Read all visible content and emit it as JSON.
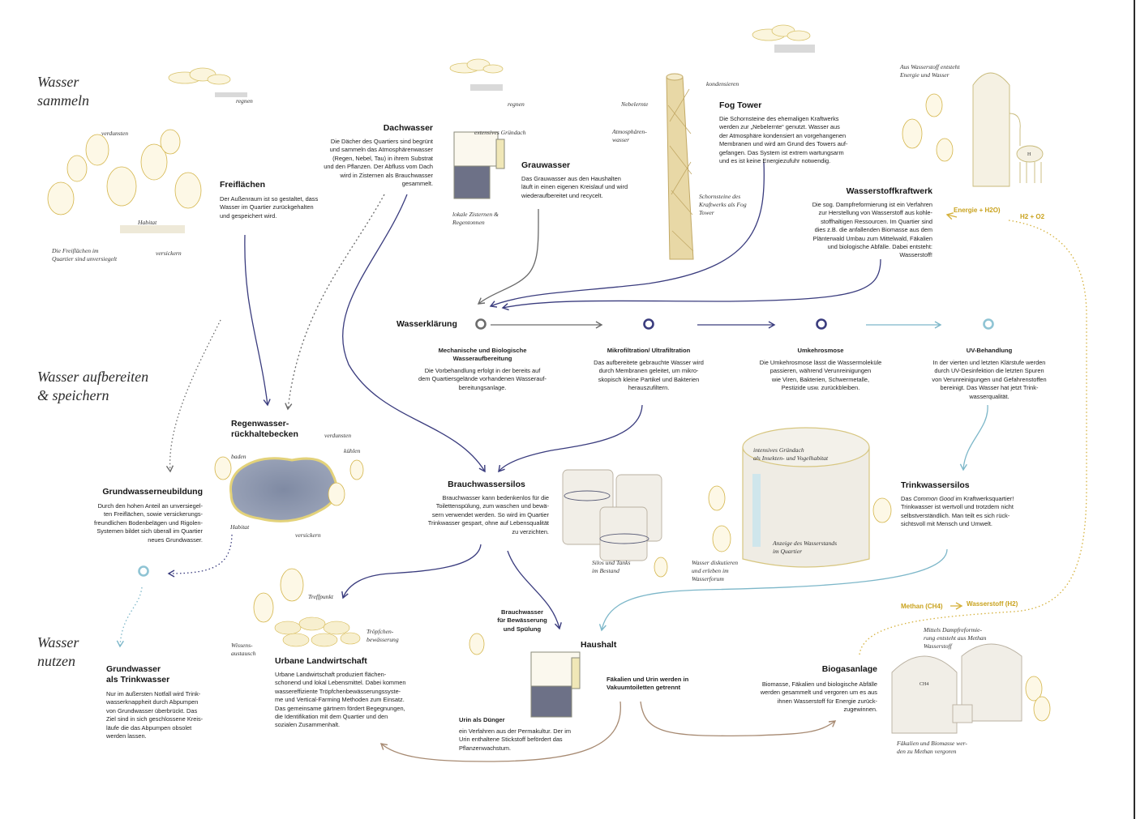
{
  "sections": {
    "collect": "Wasser\nsammeln",
    "treat": "Wasser aufbereiten\n& speichern",
    "use": "Wasser\nnutzen"
  },
  "nodes": {
    "freiflaechen": {
      "title": "Freiflächen",
      "text": "Der Außenraum ist so gestaltet, dass\nWasser im Quartier zurückgehalten\nund gespeichert wird."
    },
    "dachwasser": {
      "title": "Dachwasser",
      "text": "Die Dächer des Quartiers sind begrünt\nund sammeln das Atmosphärenwasser\n(Regen, Nebel, Tau) in ihrem Substrat\nund den Pflanzen. Der Abfluss vom Dach\nwird in Zisternen als Brauchwasser\ngesammelt."
    },
    "grauwasser": {
      "title": "Grauwasser",
      "text": "Das Grauwasser aus den Haushalten\nläuft in einen eigenen Kreislauf und wird\nwiederaufbereitet und recycelt."
    },
    "fogtower": {
      "title": "Fog Tower",
      "text": "Die Schornsteine des ehemaligen Kraftwerks\nwerden zur „Nebelernte“ genutzt. Wasser aus\nder Atmosphäre kondensiert an vorgehangenen\nMembranen und wird am Grund des Towers auf-\ngefangen. Das System ist extrem wartungsarm\nund es ist keine Energiezufuhr notwendig."
    },
    "wasserstoff": {
      "title": "Wasserstoffkraftwerk",
      "text": "Die sog. Dampfreformierung ist ein Verfahren\nzur Herstellung von Wasserstoff aus kohle-\nstoffhaltigen Ressourcen. Im Quartier sind\ndies z.B. die anfallenden Biomasse aus dem\nPlänterwald Umbau zum Mittelwald, Fäkalien\nund biologische Abfälle. Dabei entsteht:\nWasserstoff!"
    },
    "wasserklaerung": {
      "title": "Wasserklärung"
    },
    "mechanisch": {
      "title": "Mechanische und Biologische\nWasseraufbereitung",
      "text": "Die Vorbehandlung  erfolgt in der bereits auf\ndem Quartiersgelände vorhandenen Wasserauf-\nbereitungsanlage."
    },
    "mikro": {
      "title": "Mikrofiltration/ Ultrafiltration",
      "text": "Das aufbereitete gebrauchte Wasser wird\ndurch Membranen geleitet, um mikro-\nskopisch kleine Partikel und Bakterien\nherauszufiltern."
    },
    "umkehr": {
      "title": "Umkehrosmose",
      "text": "Die Umkehrosmose lässt die Wassermoleküle\npassieren, während Verunreinigungen\nwie Viren, Bakterien, Schwermetalle,\nPestizide usw. zurückbleiben."
    },
    "uv": {
      "title": "UV-Behandlung",
      "text": "In der vierten und letzten Klärstufe werden\ndurch UV-Desinfektion die letzten Spuren\nvon Verunreinigungen und Gefahrenstoffen\nbereinigt. Das Wasser hat jetzt Trink-\nwasserqualität."
    },
    "regenwasser": {
      "title": "Regenwasser-\nrückhaltebecken"
    },
    "grundneu": {
      "title": "Grundwasserneubildung",
      "text": "Durch den hohen Anteil an unversiegel-\nten Freiflächen, sowie versickerungs-\nfreundlichen Bodenbelägen und Rigolen-\nSystemen bildet sich überall im Quartier\nneues Grundwasser."
    },
    "brauchsilos": {
      "title": "Brauchwassersilos",
      "text": "Brauchwasser kann bedenkenlos für die\nToilettenspülung, zum waschen und bewä-\nsern verwendet werden. So wird im Quartier\nTrinkwasser gespart, ohne auf Lebensqualität\nzu verzichten."
    },
    "trinksilos": {
      "title": "Trinkwassersilos",
      "text_a": "Das ",
      "text_em": "Common Good",
      "text_b": " im Kraftwerksquartier!\nTrinkwasser ist wertvoll und trotzdem nicht\nselbstverständlich. Man teilt es sich rück-\nsichtsvoll mit Mensch und Umwelt."
    },
    "grundtrink": {
      "title": "Grundwasser\nals Trinkwasser",
      "text": "Nur im äußersten Notfall wird Trink-\nwasserknappheit durch Abpumpen\nvon Grundwasser überbrückt. Das\nZiel sind in sich geschlossene Kreis-\nläufe die das Abpumpen obsolet\nwerden lassen."
    },
    "landwirtschaft": {
      "title": "Urbane Landwirtschaft",
      "text": "Urbane Landwirtschaft produziert flächen-\nschonend und lokal Lebensmittel. Dabei kommen\nwassereffiziente Tröpfchenbewässerungssyste-\nme und Vertical-Farming Methoden zum Einsatz.\nDas gemeinsame gärtnern fördert Begegnungen,\ndie Identifikation mit dem Quartier und den\nsozialen Zusammenhalt."
    },
    "haushalt": {
      "title": "Haushalt"
    },
    "biogas": {
      "title": "Biogasanlage",
      "text": "Biomasse, Fäkalien und biologische Abfälle\nwerden gesammelt und vergoren um es aus\nihnen Wasserstoff für Energie zurück-\nzugewinnen."
    }
  },
  "sublabels": {
    "brauchbew": "Brauchwasser\nfür Bewässerung\nund Spülung",
    "faekalien": "Fäkalien und Urin werden in\nVakuumtoiletten getrennt",
    "urin_title": "Urin als Dünger",
    "urin_text": "ein Verfahren aus der Permakultur. Der im\nUrin enthaltene Stickstoff befördert das\nPflanzenwachstum."
  },
  "flow_labels": {
    "energie": "Energie + H2O)",
    "h2o2": "H2 + O2",
    "methan": "Methan (CH4)",
    "wasserstoff_h2": "Wasserstoff (H2)"
  },
  "illus": {
    "regnen1": "regnen",
    "regnen2": "regnen",
    "verdunsten1": "verdunsten",
    "habitat1": "Habitat",
    "versickern1": "versickern",
    "freiflaechen_note": "Die Freiflächen im\nQuartier sind unversiegelt",
    "extensiv": "extensives Gründach",
    "zisternen": "lokale Zisternen &\nRegentonnen",
    "kondensieren": "kondensieren",
    "nebelernte": "Nebelernte",
    "atmos": "Atmosphären-\nwasser",
    "schornsteine": "Schornsteine des\nKraftwerks als Fog\nTower",
    "h2_note": "Aus Wasserstoff entsteht\nEnergie und Wasser",
    "verdunsten2": "verdunsten",
    "kuehlen": "kühlen",
    "baden": "baden",
    "habitat2": "Habitat",
    "versickern2": "versickern",
    "intensiv": "intensives Gründach\nals Insekten- und Vogelhabitat",
    "silos_tanks": "Silos und Tanks\nim Bestand",
    "diskutieren": "Wasser diskutieren\nund erleben im\nWasserforum",
    "anzeige": "Anzeige des Wasserstands\nim Quartier",
    "treffpunkt": "Treffpunkt",
    "troepfchen": "Tröpfchen-\nbewässerung",
    "wissens": "Wissens-\naustausch",
    "dampf": "Mittels Dampfreformie-\nrung  entsteht aus Methan\nWasserstoff",
    "faek_bio": "Fäkalien und Biomasse wer-\nden zu Methan vergoren",
    "ch4": "CH4",
    "h2tag": "H"
  }
}
